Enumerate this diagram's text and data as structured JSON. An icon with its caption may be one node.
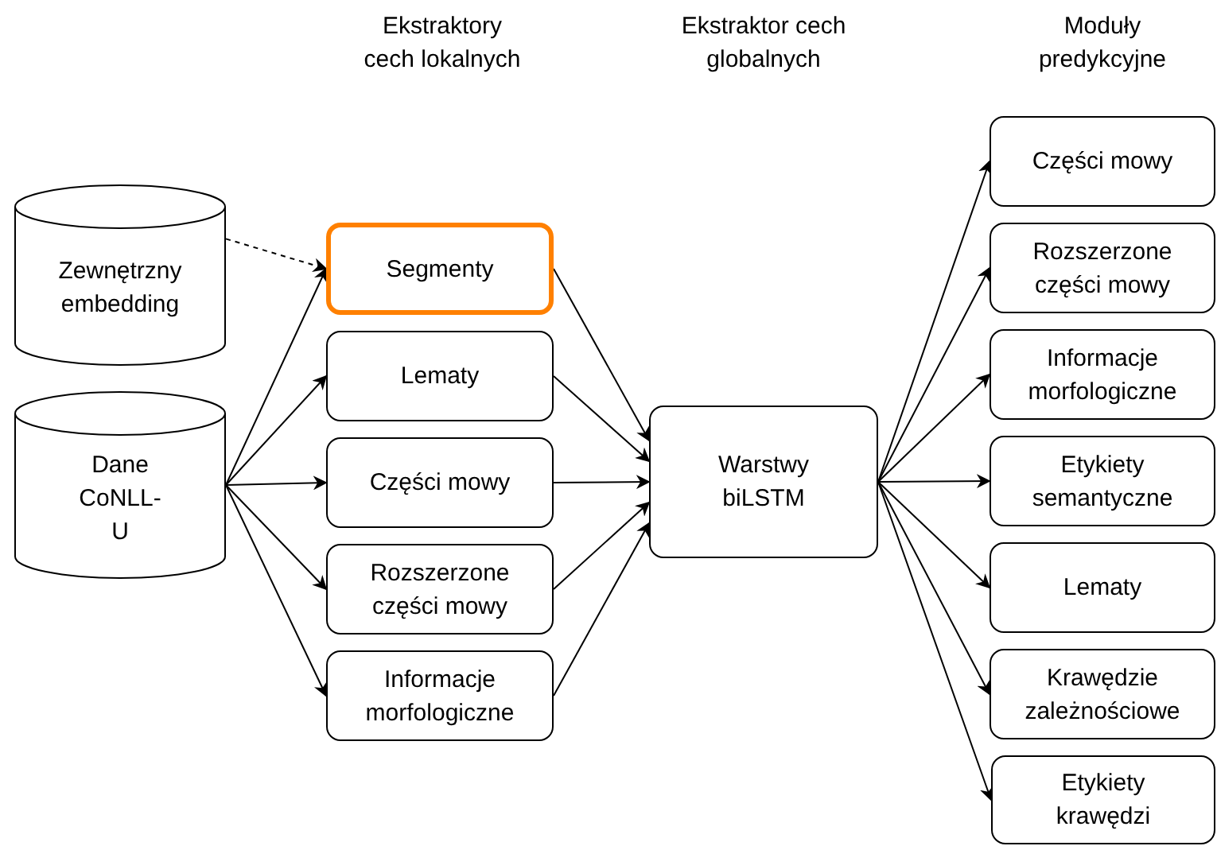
{
  "diagram": {
    "nodes": [
      {
        "text": [
          "Zewnętrzny embedding"
        ]
      },
      {
        "text": [
          "Dane CoNLL-U"
        ]
      },
      {
        "text": [
          "Segmenty"
        ]
      },
      {
        "text": [
          "Lematy"
        ]
      },
      {
        "text": [
          "Części mowy"
        ]
      },
      {
        "text": [
          "Rozszerzone części mowy"
        ]
      },
      {
        "text": [
          "Informacje morfologiczne"
        ]
      },
      {
        "text": [
          "Warstwy biLSTM"
        ]
      },
      {
        "text": [
          "Części mowy"
        ]
      },
      {
        "text": [
          "Rozszerzone części mowy"
        ]
      },
      {
        "text": [
          "Informacje morfologiczne"
        ]
      },
      {
        "text": [
          "Etykiety semantyczne"
        ]
      },
      {
        "text": [
          "Lematy"
        ]
      },
      {
        "text": [
          "Krawędzie zależnościowe"
        ]
      },
      {
        "text": [
          "Etykiety krawędzi"
        ]
      }
    ],
    "edges": [
      {
        "from": 0,
        "to": 2,
        "arrow": "to",
        "style": "dashed"
      },
      {
        "from": 1,
        "to": 2,
        "arrow": "to"
      },
      {
        "from": 1,
        "to": 3,
        "arrow": "to"
      },
      {
        "from": 1,
        "to": 4,
        "arrow": "to"
      },
      {
        "from": 1,
        "to": 5,
        "arrow": "to"
      },
      {
        "from": 1,
        "to": 6,
        "arrow": "to"
      },
      {
        "from": 2,
        "to": 7,
        "arrow": "to"
      },
      {
        "from": 3,
        "to": 7,
        "arrow": "to"
      },
      {
        "from": 4,
        "to": 7,
        "arrow": "to"
      },
      {
        "from": 5,
        "to": 7,
        "arrow": "to"
      },
      {
        "from": 6,
        "to": 7,
        "arrow": "to"
      },
      {
        "from": 7,
        "to": 8,
        "arrow": "to"
      },
      {
        "from": 7,
        "to": 9,
        "arrow": "to"
      },
      {
        "from": 7,
        "to": 10,
        "arrow": "to"
      },
      {
        "from": 7,
        "to": 11,
        "arrow": "to"
      },
      {
        "from": 7,
        "to": 12,
        "arrow": "to"
      },
      {
        "from": 7,
        "to": 13,
        "arrow": "to"
      },
      {
        "from": 7,
        "to": 14,
        "arrow": "to"
      }
    ],
    "labels": [
      "Ekstraktory cech lokalnych",
      "Ekstraktor cech globalnych",
      "Moduły predykcyjne"
    ]
  }
}
